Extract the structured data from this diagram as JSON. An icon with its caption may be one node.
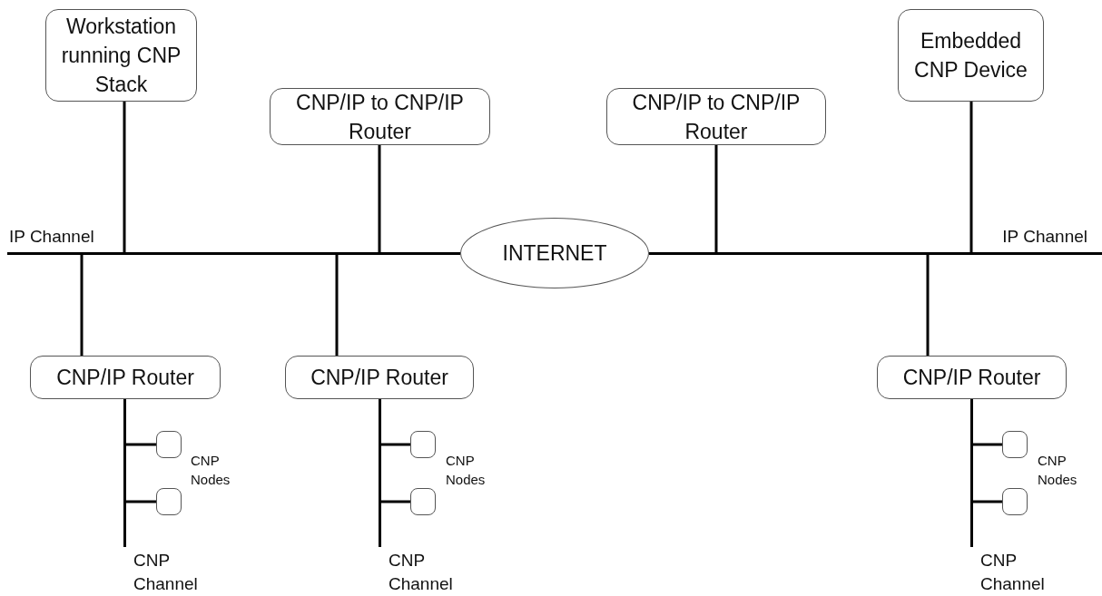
{
  "diagram": {
    "nodes": [
      {
        "text": [
          "Workstation running CNP Stack"
        ]
      },
      {
        "text": [
          "CNP/IP to CNP/IP Router"
        ]
      },
      {
        "text": [
          "INTERNET"
        ]
      },
      {
        "text": [
          "CNP/IP to CNP/IP Router"
        ]
      },
      {
        "text": [
          "Embedded CNP Device"
        ]
      },
      {
        "text": [],
        "shape": "bar",
        "beside": [
          "IP Channel"
        ]
      },
      {
        "text": [],
        "shape": "bar",
        "beside": [
          "IP Channel"
        ]
      },
      {
        "text": [
          "CNP/IP Router"
        ]
      },
      {
        "text": [
          "CNP/IP Router"
        ]
      },
      {
        "text": [
          "CNP/IP Router"
        ]
      },
      {
        "text": [],
        "shape": "bar",
        "beside": [
          "CNP Channel"
        ]
      },
      {
        "text": [],
        "shape": "box"
      },
      {
        "text": [],
        "shape": "box"
      },
      {
        "text": [],
        "shape": "bar",
        "beside": [
          "CNP Channel"
        ]
      },
      {
        "text": [],
        "shape": "box"
      },
      {
        "text": [],
        "shape": "box"
      },
      {
        "text": [],
        "shape": "bar",
        "beside": [
          "CNP Channel"
        ]
      },
      {
        "text": [],
        "shape": "box"
      },
      {
        "text": [],
        "shape": "box"
      }
    ],
    "edges": [
      {
        "from": 0,
        "to": 5,
        "arrow": "none"
      },
      {
        "from": 1,
        "to": 5,
        "arrow": "none"
      },
      {
        "from": 5,
        "to": 2,
        "arrow": "none"
      },
      {
        "from": 2,
        "to": 6,
        "arrow": "none"
      },
      {
        "from": 3,
        "to": 6,
        "arrow": "none"
      },
      {
        "from": 4,
        "to": 6,
        "arrow": "none"
      },
      {
        "from": 5,
        "to": 7,
        "arrow": "none"
      },
      {
        "from": 5,
        "to": 8,
        "arrow": "none"
      },
      {
        "from": 6,
        "to": 9,
        "arrow": "none"
      },
      {
        "from": 7,
        "to": 10,
        "arrow": "none"
      },
      {
        "from": 10,
        "to": 11,
        "arrow": "none"
      },
      {
        "from": 10,
        "to": 12,
        "arrow": "none"
      },
      {
        "from": 8,
        "to": 13,
        "arrow": "none"
      },
      {
        "from": 13,
        "to": 14,
        "arrow": "none"
      },
      {
        "from": 13,
        "to": 15,
        "arrow": "none"
      },
      {
        "from": 9,
        "to": 16,
        "arrow": "none"
      },
      {
        "from": 16,
        "to": 17,
        "arrow": "none"
      },
      {
        "from": 16,
        "to": 18,
        "arrow": "none"
      }
    ],
    "labels": [
      "CNP Nodes",
      "CNP Nodes",
      "CNP Nodes"
    ]
  }
}
